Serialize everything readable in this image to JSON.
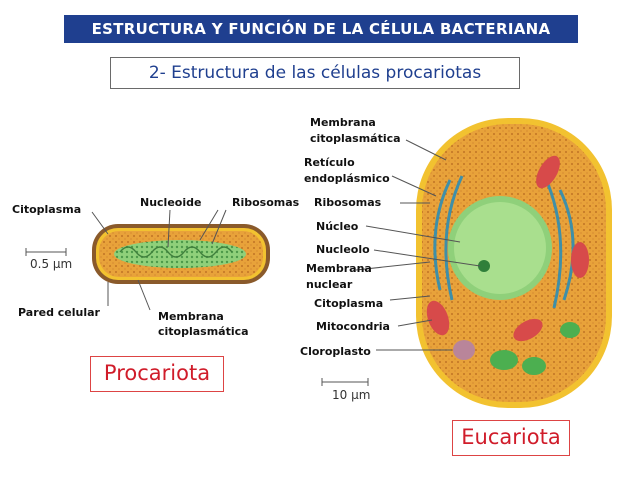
{
  "title": "ESTRUCTURA Y FUNCIÓN DE LA CÉLULA BACTERIANA",
  "subtitle": "2- Estructura de las células procariotas",
  "prokaryote": {
    "name": "Procariota",
    "scale": "0.5 μm",
    "labels": {
      "citoplasma": "Citoplasma",
      "nucleoide": "Nucleoide",
      "ribosomas": "Ribosomas",
      "pared": "Pared celular",
      "membrana_1": "Membrana",
      "membrana_2": "citoplasmática"
    }
  },
  "eukaryote": {
    "name": "Eucariota",
    "scale": "10 μm",
    "labels": {
      "membrana_1": "Membrana",
      "membrana_2": "citoplasmática",
      "reticulo_1": "Retículo",
      "reticulo_2": "endoplásmico",
      "ribosomas": "Ribosomas",
      "nucleo": "Núcleo",
      "nucleolo": "Nucleolo",
      "membrana_nuclear_1": "Membrana",
      "membrana_nuclear_2": "nuclear",
      "citoplasma": "Citoplasma",
      "mitocondria": "Mitocondria",
      "cloroplasto": "Cloroplasto"
    }
  },
  "colors": {
    "title_bg": "#1f3f8f",
    "accent_red": "#d01c2a",
    "cell_wall": "#8a5a2b",
    "cytoplasm": "#e8a23a",
    "membrane": "#f2c230",
    "nucleus": "#8fd07a"
  }
}
